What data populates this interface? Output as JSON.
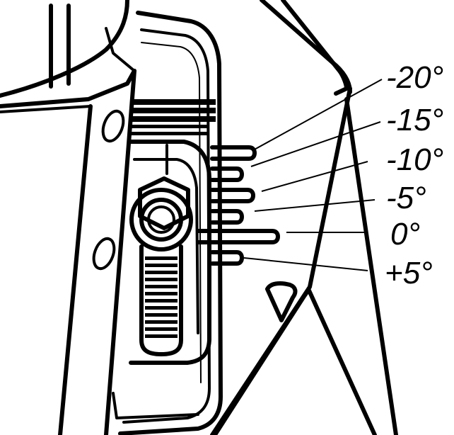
{
  "diagram": {
    "colors": {
      "ink": "#000000",
      "paper": "#ffffff"
    },
    "angle_labels": [
      {
        "id": "minus-20",
        "text": "-20°"
      },
      {
        "id": "minus-15",
        "text": "-15°"
      },
      {
        "id": "minus-10",
        "text": "-10°"
      },
      {
        "id": "minus-5",
        "text": "-5°"
      },
      {
        "id": "zero",
        "text": "0°"
      },
      {
        "id": "plus-5",
        "text": "+5°"
      }
    ]
  }
}
